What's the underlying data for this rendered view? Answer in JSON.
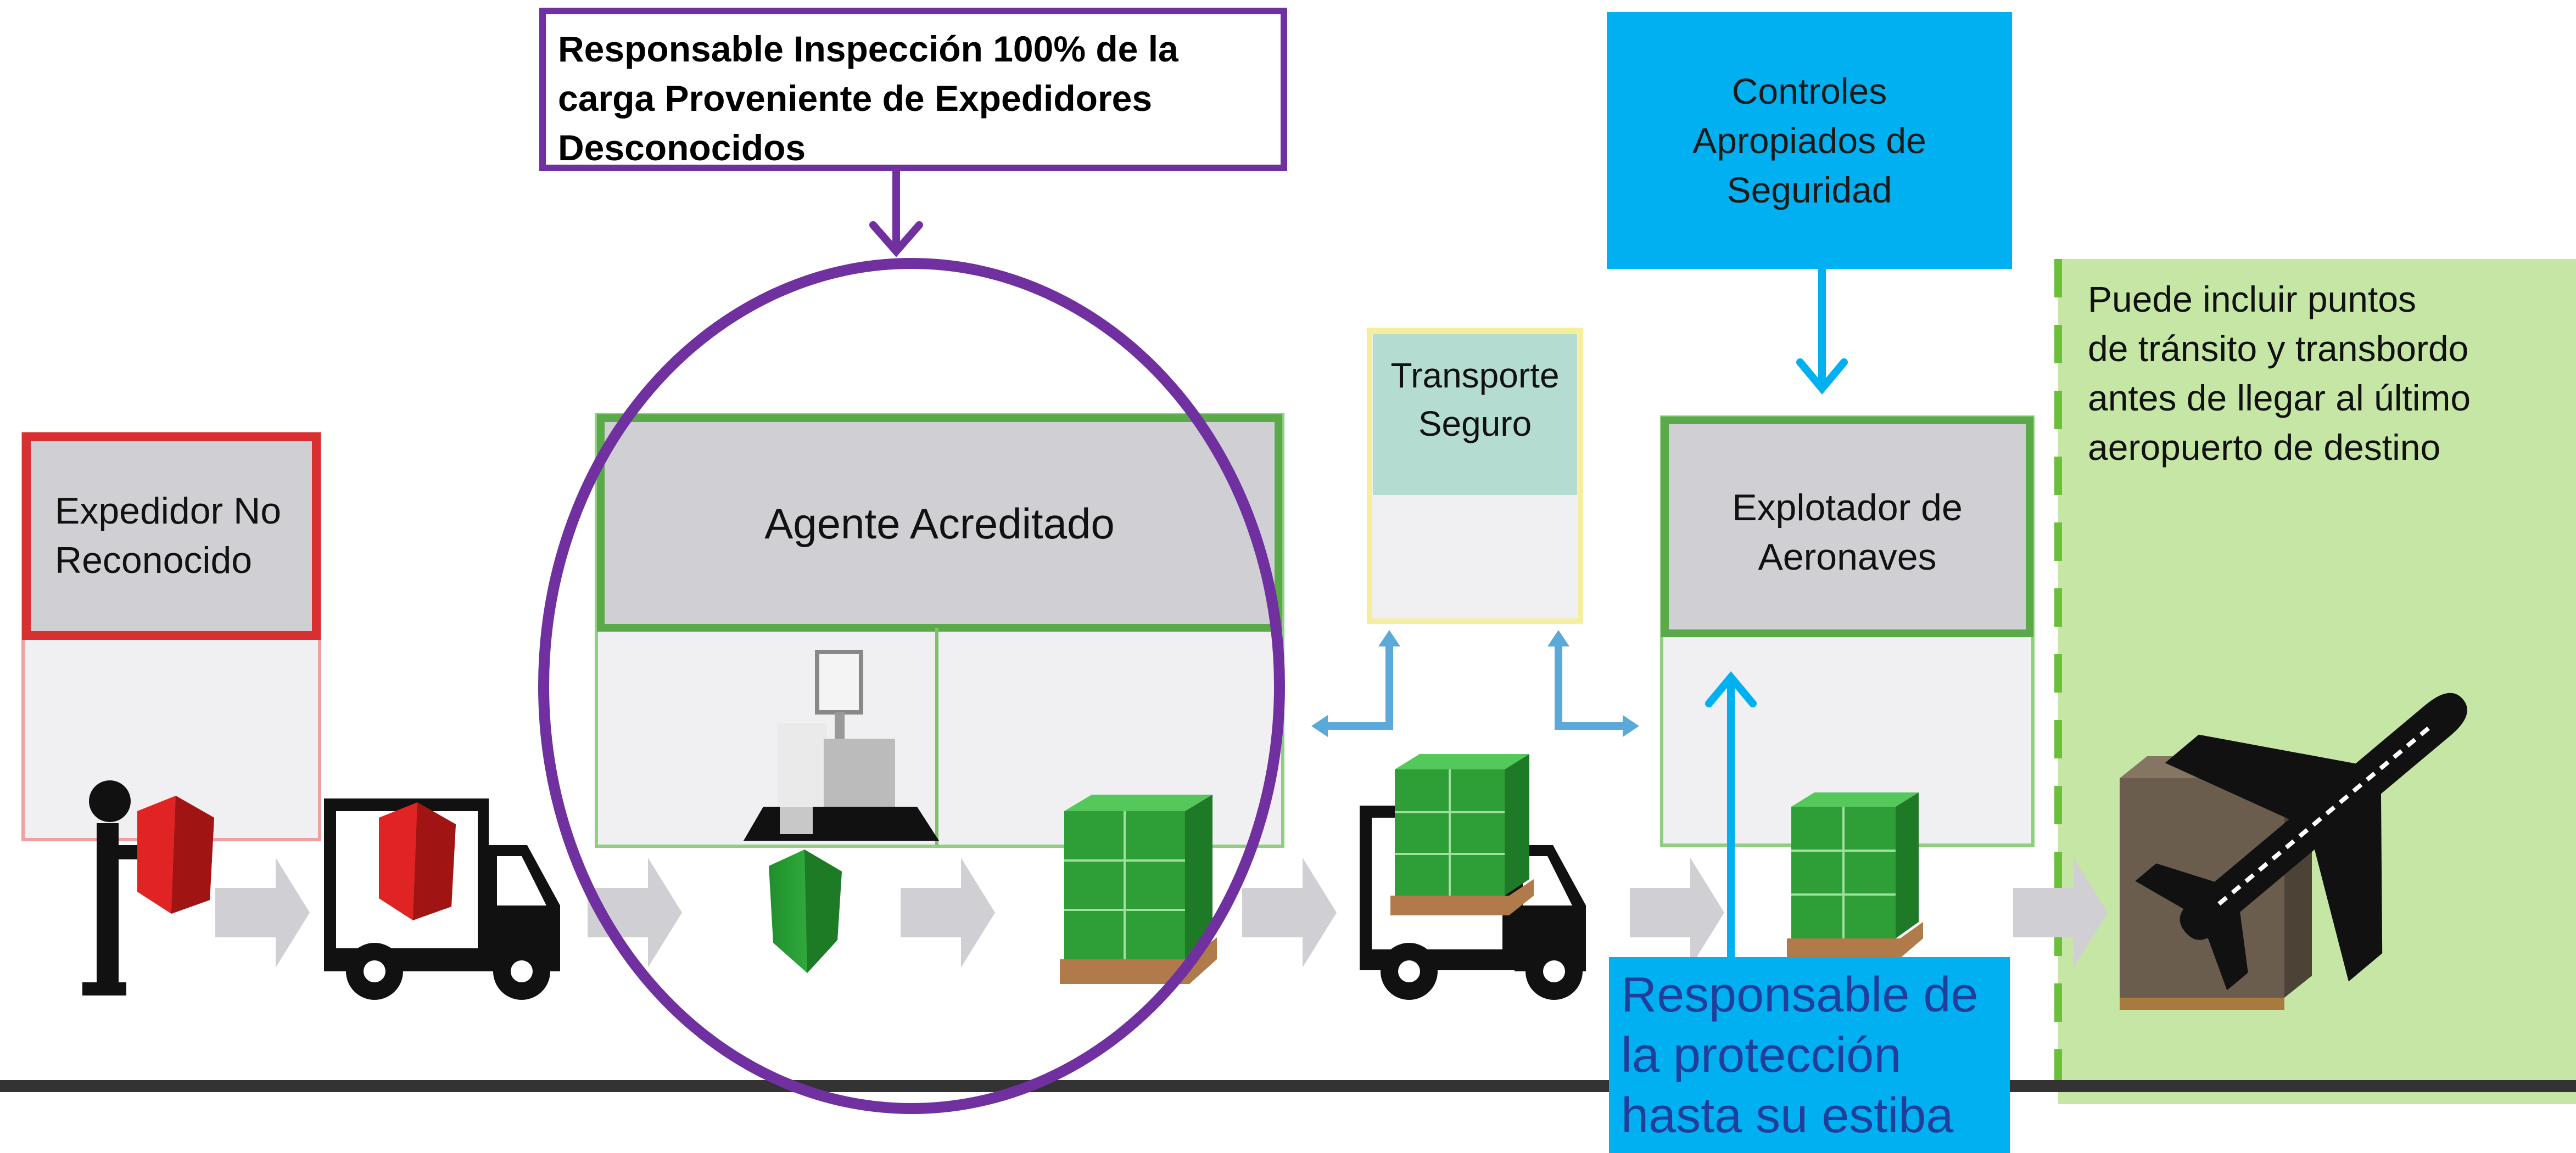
{
  "title_box": {
    "lines": [
      "Responsable Inspección 100% de la",
      "carga Proveniente de Expedidores",
      "Desconocidos"
    ],
    "border_color": "#7030a0"
  },
  "controls_box": {
    "lines": [
      "Controles",
      "Apropiados de",
      "Seguridad"
    ],
    "color": "#00b0f0"
  },
  "shipper": {
    "lines": [
      "Expedidor No",
      "Reconocido"
    ],
    "border_color": "#e06060"
  },
  "agent": {
    "label": "Agente Acreditado",
    "border_color": "#70b060"
  },
  "transport": {
    "lines": [
      "Transporte",
      "Seguro"
    ],
    "border_color": "#f5ee9c"
  },
  "operator": {
    "lines": [
      "Explotador de",
      "Aeronaves"
    ]
  },
  "destination_note": {
    "lines": [
      "Puede incluir puntos",
      "de tránsito y transbordo",
      "antes de llegar al último",
      "aeropuerto de destino"
    ],
    "color": "#c5e6a4"
  },
  "protection_box": {
    "lines": [
      "Responsable de",
      "la protección",
      "hasta su estiba"
    ],
    "color": "#00b0f0"
  },
  "icons": [
    "shipper-person-icon",
    "parcel-icon",
    "truck-icon",
    "scale-icon",
    "pallet-icon",
    "airplane-icon",
    "arrow-icon"
  ],
  "colors": {
    "accent_purple": "#7030a0",
    "accent_blue": "#00b0f0",
    "header_gray": "#cfcfd4",
    "green": "#2eaa3a"
  }
}
